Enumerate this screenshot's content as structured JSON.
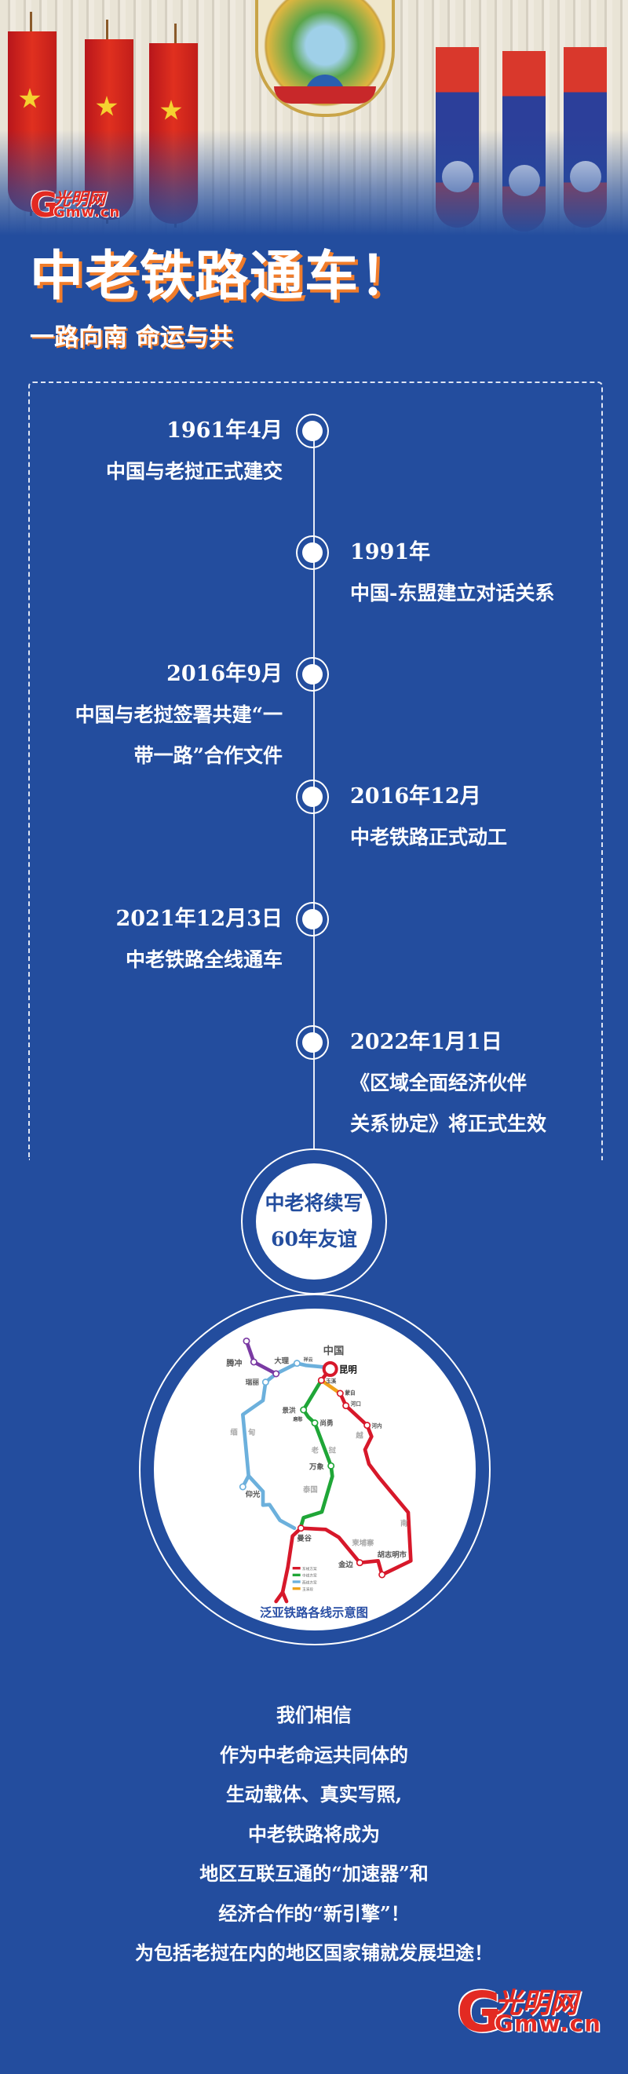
{
  "header": {
    "logo_text": "光明网",
    "logo_domain": "Gmw.cn",
    "title": "中老铁路通车！",
    "subtitle": "一路向南 命运与共"
  },
  "timeline": [
    {
      "date": "1961年4月",
      "lines": [
        "中国与老挝正式建交"
      ],
      "side": "left"
    },
    {
      "date": "1991年",
      "lines": [
        "中国-东盟建立对话关系"
      ],
      "side": "right"
    },
    {
      "date": "2016年9月",
      "lines": [
        "中国与老挝签署共建“一",
        "带一路”合作文件"
      ],
      "side": "left"
    },
    {
      "date": "2016年12月",
      "lines": [
        "中老铁路正式动工"
      ],
      "side": "right"
    },
    {
      "date": "2021年12月3日",
      "lines": [
        "中老铁路全线通车"
      ],
      "side": "left"
    },
    {
      "date": "2022年1月1日",
      "lines": [
        "《区域全面经济伙伴",
        "关系协定》将正式生效"
      ],
      "side": "right"
    }
  ],
  "highlight": {
    "line1": "中老将续写",
    "line2": "60年友谊"
  },
  "map": {
    "caption": "泛亚铁路各线示意图",
    "country_labels": {
      "china": "中国",
      "myanmar_1": "缅",
      "myanmar_2": "甸",
      "laos_1": "老",
      "laos_2": "挝",
      "thailand": "泰国",
      "vietnam_1": "越",
      "vietnam_2": "南",
      "cambodia": "柬埔寨"
    },
    "stations": {
      "kunming": "昆明",
      "yuxi": "玉溪",
      "mengzi": "蒙自",
      "hekou": "河口",
      "hanoi": "河内",
      "jinghong": "景洪",
      "mohan": "磨憨",
      "shangyong": "尚勇",
      "vientiane": "万象",
      "bangkok": "曼谷",
      "phnompenh": "金边",
      "hcmc": "胡志明市",
      "yangon": "仰光",
      "ruili": "瑞丽",
      "dali": "大理",
      "xiangyun": "祥云",
      "tengchong": "腾冲"
    },
    "legend": [
      {
        "label": "东线方案",
        "color": "#d7182a"
      },
      {
        "label": "中线方案",
        "color": "#1fa637"
      },
      {
        "label": "西线方案",
        "color": "#6cb0dc"
      },
      {
        "label": "玉溪段",
        "color": "#f0a21a"
      }
    ],
    "line_colors": {
      "east": "#d7182a",
      "central": "#1fa637",
      "west": "#6cb0dc",
      "yuxi": "#f0a21a",
      "tengchong": "#7a3aa3"
    }
  },
  "closing": [
    "我们相信",
    "作为中老命运共同体的",
    "生动载体、真实写照,",
    "中老铁路将成为",
    "地区互联互通的“加速器”和",
    "经济合作的“新引擎”！",
    "为包括老挝在内的地区国家铺就发展坦途！"
  ],
  "colors": {
    "background": "#234d9e",
    "title_shadow": "#f07c2a",
    "logo_red": "#e32a22"
  }
}
